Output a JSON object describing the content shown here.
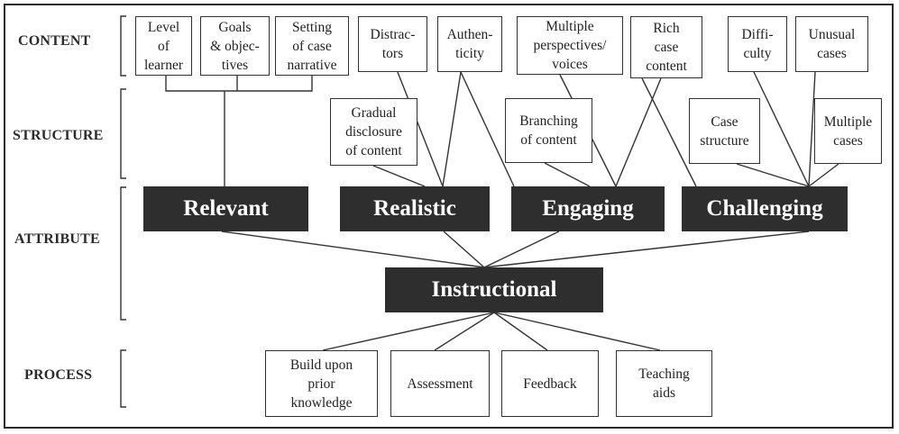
{
  "row_labels": {
    "content": "CONTENT",
    "structure": "STRUCTURE",
    "attribute": "ATTRIBUTE",
    "process": "PROCESS"
  },
  "content_boxes": {
    "level_of_learner": "Level\nof\nlearner",
    "goals_objectives": "Goals\n& objec-\ntives",
    "setting_case_narrative": "Setting\nof case\nnarrative",
    "distractors": "Distrac-\ntors",
    "authenticity": "Authen-\nticity",
    "multiple_perspectives": "Multiple\nperspectives/\nvoices",
    "rich_case_content": "Rich\ncase\ncontent",
    "difficulty": "Diffi-\nculty",
    "unusual_cases": "Unusual\ncases"
  },
  "structure_boxes": {
    "gradual_disclosure": "Gradual\ndisclosure\nof content",
    "branching_content": "Branching\nof content",
    "case_structure": "Case\nstructure",
    "multiple_cases": "Multiple\ncases"
  },
  "attributes": {
    "relevant": "Relevant",
    "realistic": "Realistic",
    "engaging": "Engaging",
    "challenging": "Challenging"
  },
  "central": "Instructional",
  "process_boxes": {
    "prior_knowledge": "Build upon\nprior\nknowledge",
    "assessment": "Assessment",
    "feedback": "Feedback",
    "teaching_aids": "Teaching\naids"
  },
  "colors": {
    "dark_fill": "#2e2e2e",
    "line": "#333333",
    "text": "#222222"
  }
}
